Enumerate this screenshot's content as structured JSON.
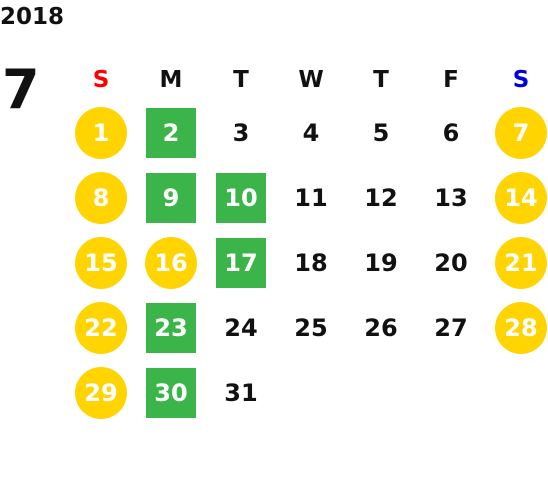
{
  "calendar": {
    "year": "2018",
    "month": "7",
    "weekdays": [
      "S",
      "M",
      "T",
      "W",
      "T",
      "F",
      "S"
    ],
    "weekday_colors": [
      "#ff0000",
      "#111111",
      "#111111",
      "#111111",
      "#111111",
      "#111111",
      "#0000dd"
    ],
    "holiday_color": "#ffd400",
    "closed_color": "#3bb54a",
    "weeks": [
      [
        {
          "d": "1",
          "t": "holiday"
        },
        {
          "d": "2",
          "t": "closed"
        },
        {
          "d": "3",
          "t": ""
        },
        {
          "d": "4",
          "t": ""
        },
        {
          "d": "5",
          "t": ""
        },
        {
          "d": "6",
          "t": ""
        },
        {
          "d": "7",
          "t": "holiday"
        }
      ],
      [
        {
          "d": "8",
          "t": "holiday"
        },
        {
          "d": "9",
          "t": "closed"
        },
        {
          "d": "10",
          "t": "closed"
        },
        {
          "d": "11",
          "t": ""
        },
        {
          "d": "12",
          "t": ""
        },
        {
          "d": "13",
          "t": ""
        },
        {
          "d": "14",
          "t": "holiday"
        }
      ],
      [
        {
          "d": "15",
          "t": "holiday"
        },
        {
          "d": "16",
          "t": "holiday"
        },
        {
          "d": "17",
          "t": "closed"
        },
        {
          "d": "18",
          "t": ""
        },
        {
          "d": "19",
          "t": ""
        },
        {
          "d": "20",
          "t": ""
        },
        {
          "d": "21",
          "t": "holiday"
        }
      ],
      [
        {
          "d": "22",
          "t": "holiday"
        },
        {
          "d": "23",
          "t": "closed"
        },
        {
          "d": "24",
          "t": ""
        },
        {
          "d": "25",
          "t": ""
        },
        {
          "d": "26",
          "t": ""
        },
        {
          "d": "27",
          "t": ""
        },
        {
          "d": "28",
          "t": "holiday"
        }
      ],
      [
        {
          "d": "29",
          "t": "holiday"
        },
        {
          "d": "30",
          "t": "closed"
        },
        {
          "d": "31",
          "t": ""
        }
      ]
    ]
  }
}
